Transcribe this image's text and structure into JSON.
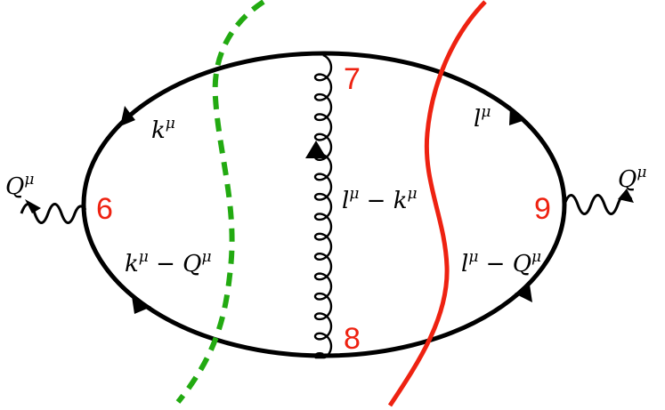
{
  "colors": {
    "line": "#000000",
    "cut_dashed": "#22aa11",
    "cut_solid": "#ee2211",
    "vertex_label": "#ee2211"
  },
  "vertices": {
    "v6": "6",
    "v7": "7",
    "v8": "8",
    "v9": "9"
  },
  "momenta": {
    "q_left": {
      "base": "Q",
      "sup": "μ"
    },
    "q_right": {
      "base": "Q",
      "sup": "μ"
    },
    "k": {
      "base": "k",
      "sup": "μ"
    },
    "l": {
      "base": "l",
      "sup": "μ"
    },
    "k_minus_q": {
      "base": "k",
      "sup": "μ",
      "op": " − ",
      "base2": "Q",
      "sup2": "μ"
    },
    "l_minus_q": {
      "base": "l",
      "sup": "μ",
      "op": " − ",
      "base2": "Q",
      "sup2": "μ"
    },
    "l_minus_k": {
      "base": "l",
      "sup": "μ",
      "op": " − ",
      "base2": "k",
      "sup2": "μ"
    }
  }
}
